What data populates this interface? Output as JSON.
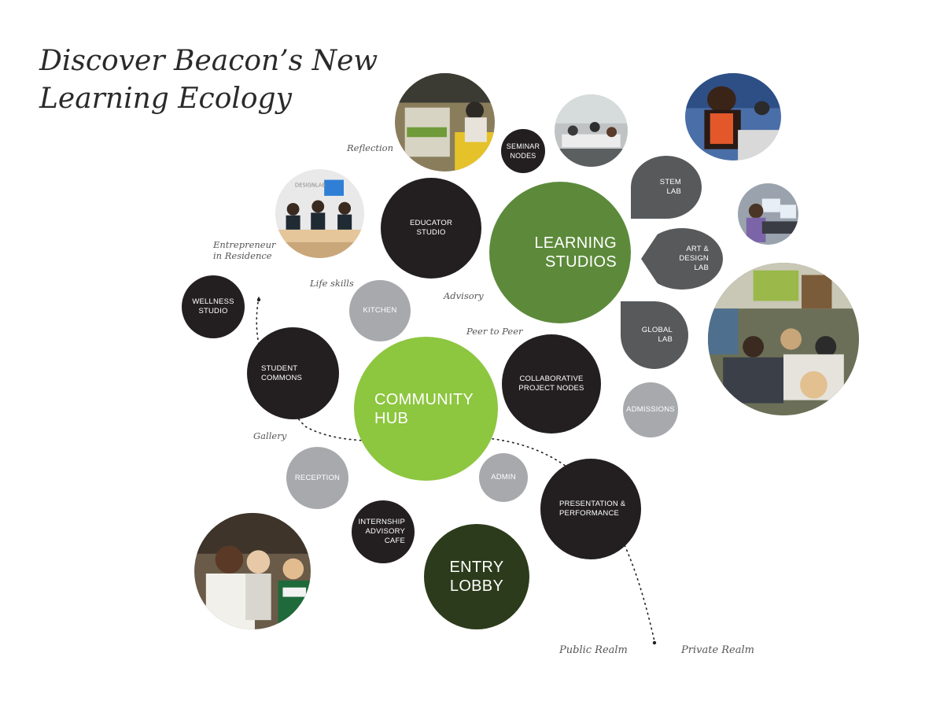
{
  "title": {
    "line1": "Discover Beacon’s New",
    "line2": "Learning Ecology"
  },
  "nodes": {
    "seminar_nodes": "SEMINAR\nNODES",
    "educator_studio": "EDUCATOR\nSTUDIO",
    "learning_studios": "LEARNING\nSTUDIOS",
    "stem_lab": "STEM\nLAB",
    "art_design_lab": "ART &\nDESIGN\nLAB",
    "global_lab": "GLOBAL\nLAB",
    "wellness_studio": "WELLNESS\nSTUDIO",
    "kitchen": "KITCHEN",
    "student_commons": "STUDENT\nCOMMONS",
    "community_hub": "COMMUNITY\nHUB",
    "collaborative_project_nodes": "COLLABORATIVE\nPROJECT NODES",
    "admissions": "ADMISSIONS",
    "reception": "RECEPTION",
    "admin": "ADMIN",
    "presentation_performance": "PRESENTATION &\nPERFORMANCE",
    "internship_advisory_cafe": "INTERNSHIP\nADVISORY\nCAFE",
    "entry_lobby": "ENTRY\nLOBBY"
  },
  "annotations": {
    "reflection": "Reflection",
    "entrepreneur": "Entrepreneur\nin Residence",
    "life_skills": "Life skills",
    "advisory": "Advisory",
    "peer_to_peer": "Peer to Peer",
    "gallery": "Gallery",
    "public_realm": "Public Realm",
    "private_realm": "Private Realm"
  },
  "photo_sign": "DESIGNLAB",
  "colors": {
    "dark": "#231f20",
    "gray": "#a7a9ac",
    "leaf": "#58595b",
    "learning_green": "#5c8a3a",
    "hub_lime": "#8dc63f",
    "lobby_forest": "#2c3b1b"
  }
}
